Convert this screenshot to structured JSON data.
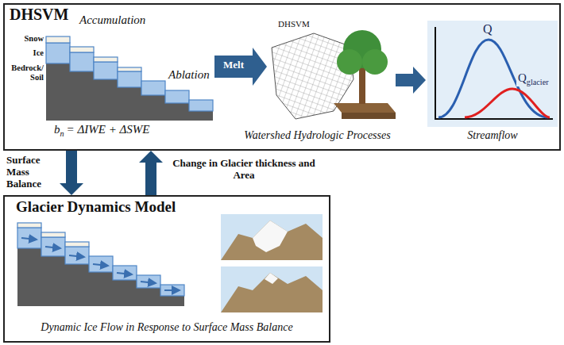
{
  "diagram": {
    "nodes": [
      {
        "text": [
          "DHSVM"
        ]
      },
      {
        "text": [
          "Glacier Dynamics Model"
        ]
      }
    ],
    "edges": [
      {
        "from": 0,
        "to": 1,
        "label": "Surface Mass Balance",
        "arrow": "to"
      },
      {
        "from": 1,
        "to": 0,
        "label": "Change in Glacier thickness and Area",
        "arrow": "to"
      }
    ],
    "labels": [
      "Accumulation",
      "Snow",
      "Ice",
      "Bedrock/ Soil",
      "Ablation",
      "b",
      "n",
      "= ΔIWE + ΔSWE",
      "Melt",
      "DHSVM",
      "Watershed Hydrologic Processes",
      "Q",
      "Q",
      "glacier",
      "Streamflow",
      "Dynamic Ice Flow in Response to Surface Mass Balance"
    ]
  }
}
